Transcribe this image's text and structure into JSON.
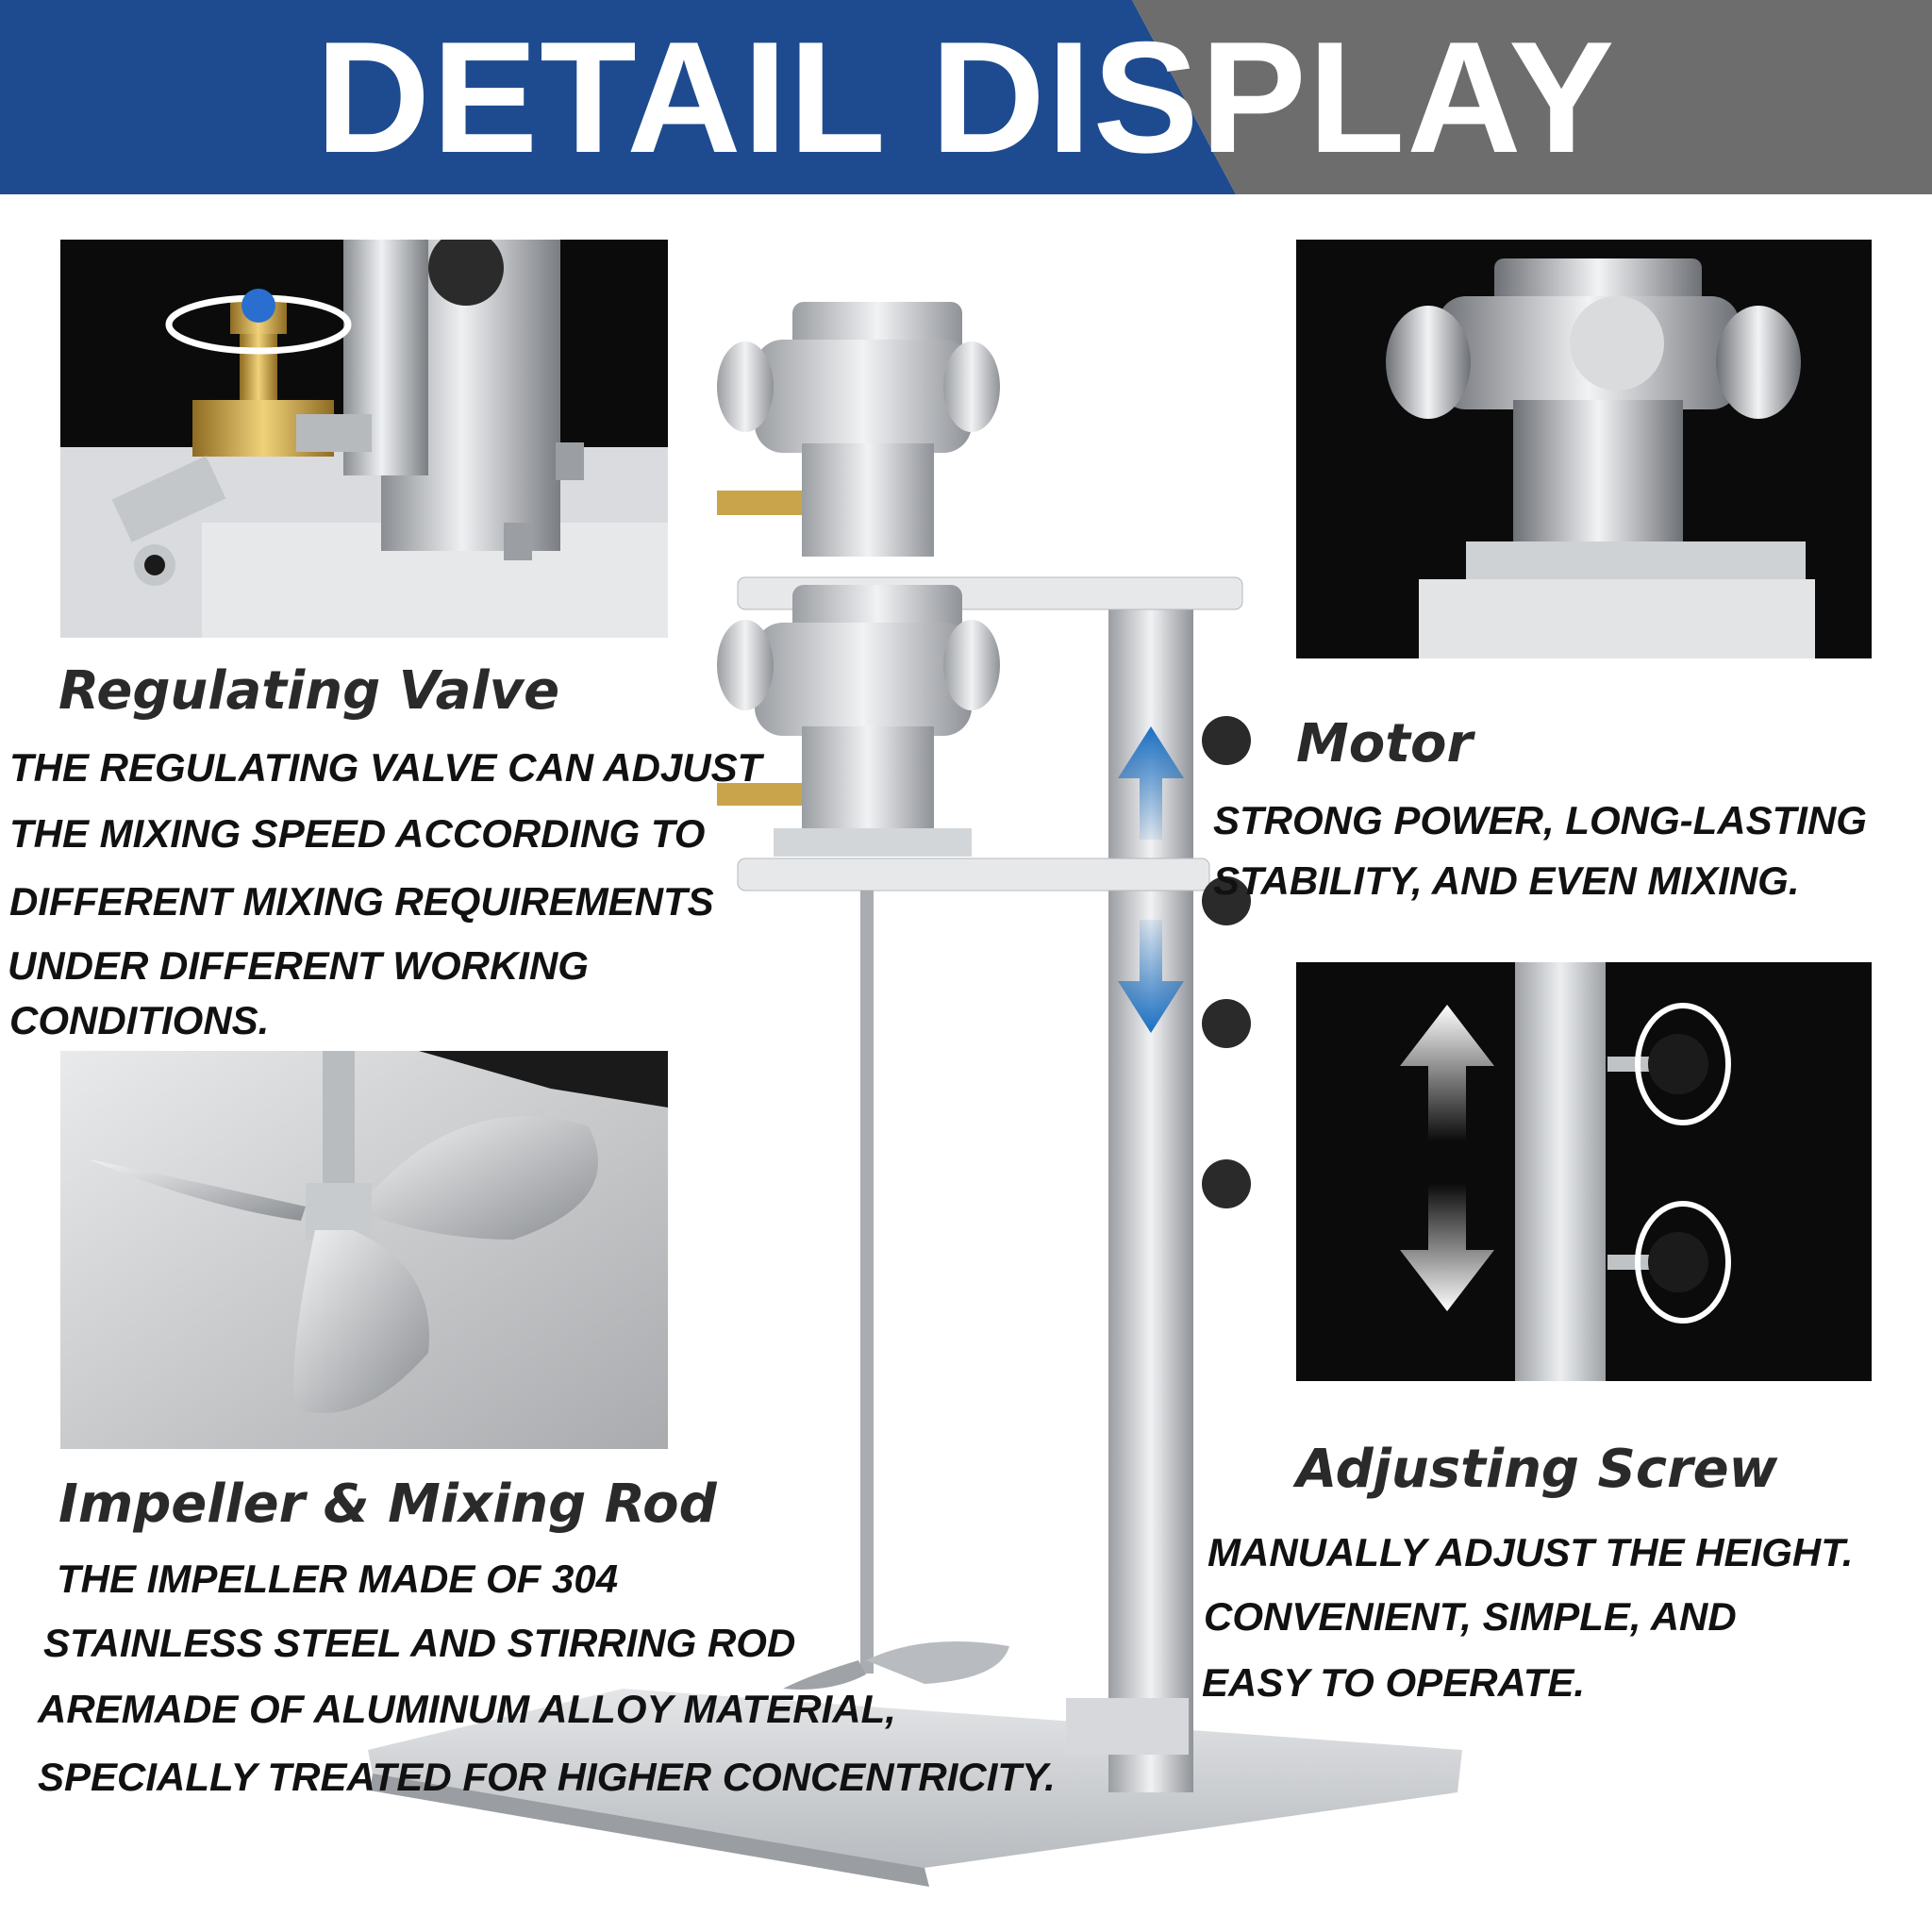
{
  "banner": {
    "title": "DETAIL DISPLAY",
    "colors": {
      "left": "#1e4b8f",
      "right": "#6d6d6d",
      "text": "#ffffff"
    }
  },
  "sections": {
    "regulating_valve": {
      "heading": "Regulating Valve",
      "lines": [
        "THE REGULATING VALVE CAN ADJUST",
        "THE MIXING SPEED ACCORDING TO",
        "DIFFERENT MIXING REQUIREMENTS",
        "UNDER DIFFERENT WORKING",
        "CONDITIONS."
      ]
    },
    "motor": {
      "heading": "Motor",
      "lines": [
        "STRONG POWER, LONG-LASTING",
        "STABILITY, AND EVEN MIXING."
      ]
    },
    "impeller": {
      "heading": "Impeller & Mixing Rod",
      "lines": [
        "THE IMPELLER MADE OF 304",
        "STAINLESS STEEL AND STIRRING ROD",
        "AREMADE OF ALUMINUM ALLOY MATERIAL,",
        "SPECIALLY TREATED FOR HIGHER CONCENTRICITY."
      ]
    },
    "adjusting_screw": {
      "heading": "Adjusting Screw",
      "lines": [
        "MANUALLY ADJUST THE HEIGHT.",
        "CONVENIENT, SIMPLE, AND",
        "EASY TO OPERATE."
      ]
    }
  },
  "icons": [
    "valve-rotate-icon",
    "up-arrow-icon",
    "down-arrow-icon",
    "knob-rotate-icon"
  ],
  "accent_colors": {
    "arrow_blue": "#1b6fc2",
    "steel": "#c9ccd0",
    "brass": "#c9a44a"
  }
}
